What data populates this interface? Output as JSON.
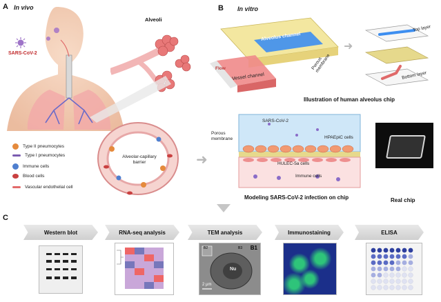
{
  "panels": {
    "a": {
      "letter": "A",
      "title": "In vivo"
    },
    "b": {
      "letter": "B",
      "title": "In vitro"
    },
    "c": {
      "letter": "C"
    }
  },
  "a_labels": {
    "virus": "SARS-CoV-2",
    "alveoli": "Alveoli",
    "barrier": "Alveolar-capillary barrier"
  },
  "legend": [
    {
      "label": "Type II pneumocytes",
      "color": "#e58a3c"
    },
    {
      "label": "Type I pneumocytes",
      "color": "#7a5bb0"
    },
    {
      "label": "Immune cells",
      "color": "#4f7fcf"
    },
    {
      "label": "Blood cells",
      "color": "#c94040"
    },
    {
      "label": "Vascular endothelial cell",
      "color": "#e26a6a"
    }
  ],
  "chip_labels": {
    "alveolus_channel": "Alveolus channel",
    "vessel_channel": "Vessel channel",
    "flow": "Flow",
    "porous": "Porous membrane",
    "top_layer": "Top layer",
    "bottom_layer": "Bottom layer",
    "caption": "Illustration of human alveolus chip"
  },
  "model_labels": {
    "porous": "Porous membrane",
    "virus": "SARS-CoV-2",
    "hpaepic": "HPAEpiC cells",
    "hulec": "HULEC-5a cells",
    "immune": "Immune cells",
    "caption": "Modeling SARS-CoV-2 infection on chip",
    "real_chip": "Real chip"
  },
  "assays": [
    {
      "label": "Western blot"
    },
    {
      "label": "RNA-seq analysis"
    },
    {
      "label": "TEM analysis"
    },
    {
      "label": "Immunostaining"
    },
    {
      "label": "ELISA"
    }
  ],
  "tem_labels": {
    "b1": "B1",
    "b2": "B2",
    "b3": "B3",
    "nu": "Nu",
    "scale": "2 μm"
  },
  "colors": {
    "alveolus": "#3d8ef0",
    "vessel": "#f08a8a",
    "membrane": "#e6d98c",
    "accent_text": "#1a1a1a"
  }
}
